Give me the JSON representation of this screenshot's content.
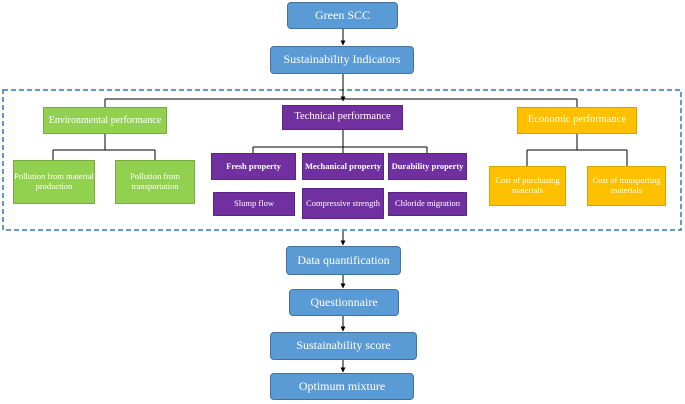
{
  "flow_top": {
    "green_scc": "Green SCC",
    "sustainability_indicators": "Sustainability Indicators"
  },
  "environmental": {
    "title": "Environmental performance",
    "items": [
      "Pollution from material production",
      "Pollution from transportation"
    ]
  },
  "technical": {
    "title": "Technical performance",
    "properties": [
      {
        "label": "Fresh property",
        "measure": "Slump flow"
      },
      {
        "label": "Mechanical property",
        "measure": "Compressive strength"
      },
      {
        "label": "Durability property",
        "measure": "Chloride migration"
      }
    ]
  },
  "economic": {
    "title": "Economic performance",
    "items": [
      "Cost of purchasing materials",
      "Cost of transporting materials"
    ]
  },
  "flow_bottom": {
    "data_quantification": "Data quantification",
    "questionnaire": "Questionnaire",
    "sustainability_score": "Sustainability score",
    "optimum_mixture": "Optimum mixture"
  },
  "colors": {
    "flow_blue": "#5b9bd5",
    "environmental_green": "#92d050",
    "technical_purple": "#7030a0",
    "economic_gold": "#ffc000",
    "dashed_border": "#2e75b6"
  }
}
